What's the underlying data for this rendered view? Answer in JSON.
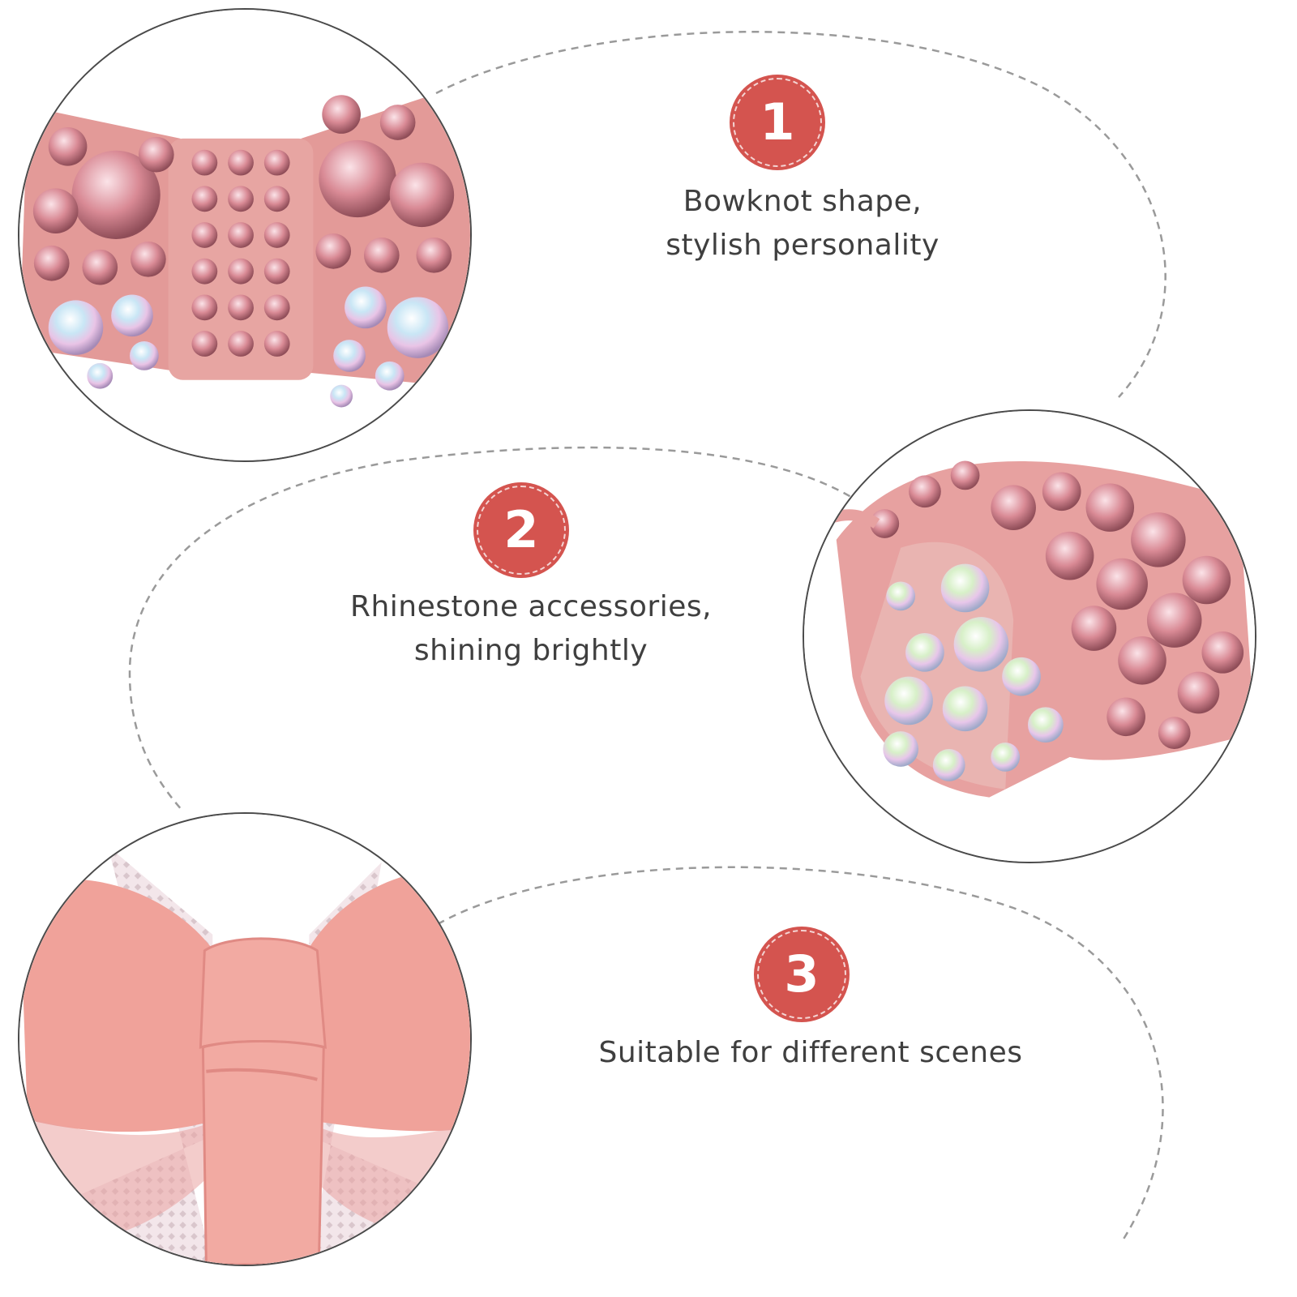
{
  "colors": {
    "badge": "#d4544f",
    "text": "#3f3f3f",
    "dash": "#9a9a9a",
    "pink_fabric": "#ef9a92",
    "rhinestone_pink": "#d98a95"
  },
  "features": [
    {
      "number": "1",
      "line1": "Bowknot shape,",
      "line2": "stylish personality",
      "image": "pink-rhinestone-bow-front-photo"
    },
    {
      "number": "2",
      "line1": "Rhinestone accessories,",
      "line2": "shining brightly",
      "image": "rhinestone-bow-closeup-photo"
    },
    {
      "number": "3",
      "line1": "Suitable for different scenes",
      "line2": "",
      "image": "pink-suede-bow-back-photo"
    }
  ]
}
